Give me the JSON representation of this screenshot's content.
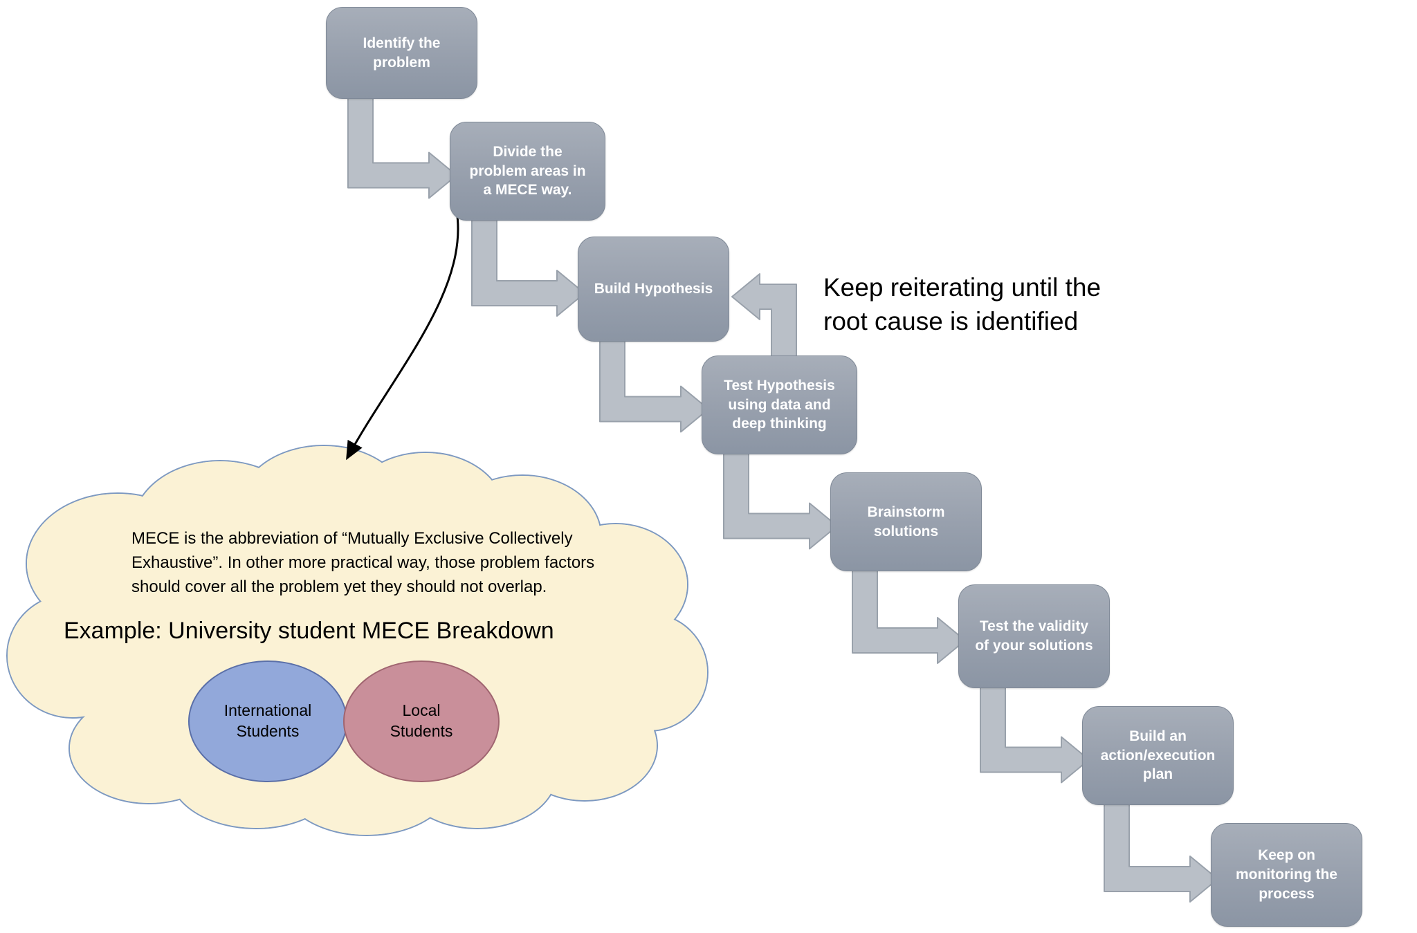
{
  "steps": [
    {
      "label": "Identify the\nproblem"
    },
    {
      "label": "Divide the\nproblem areas in\na MECE way."
    },
    {
      "label": "Build Hypothesis"
    },
    {
      "label": "Test Hypothesis\nusing data and\ndeep thinking"
    },
    {
      "label": "Brainstorm\nsolutions"
    },
    {
      "label": "Test the validity\nof your solutions"
    },
    {
      "label": "Build an\naction/execution\nplan"
    },
    {
      "label": "Keep on\nmonitoring the\nprocess"
    }
  ],
  "loop_note": "Keep reiterating until the\nroot cause is identified",
  "cloud": {
    "definition": "MECE is the abbreviation of “Mutually Exclusive Collectively\nExhaustive”. In other more practical way, those problem factors\nshould cover all the problem yet they should not overlap.",
    "example_heading": "Example: University student MECE Breakdown",
    "venn_left": "International Students",
    "venn_right": "Local Students"
  },
  "colors": {
    "box_fill_top": "#a7aeb9",
    "box_fill_bottom": "#8b95a4",
    "arrow_fill": "#b9bfc7",
    "arrow_stroke": "#99a1ab",
    "cloud_fill": "#fbf2d5",
    "cloud_stroke": "#7d99c1",
    "venn_left_fill": "#92a8da",
    "venn_left_stroke": "#5a6fa8",
    "venn_right_fill": "#c98f9a",
    "venn_right_stroke": "#a06570",
    "annotation_text": "#000000",
    "curve_arrow": "#000000"
  }
}
